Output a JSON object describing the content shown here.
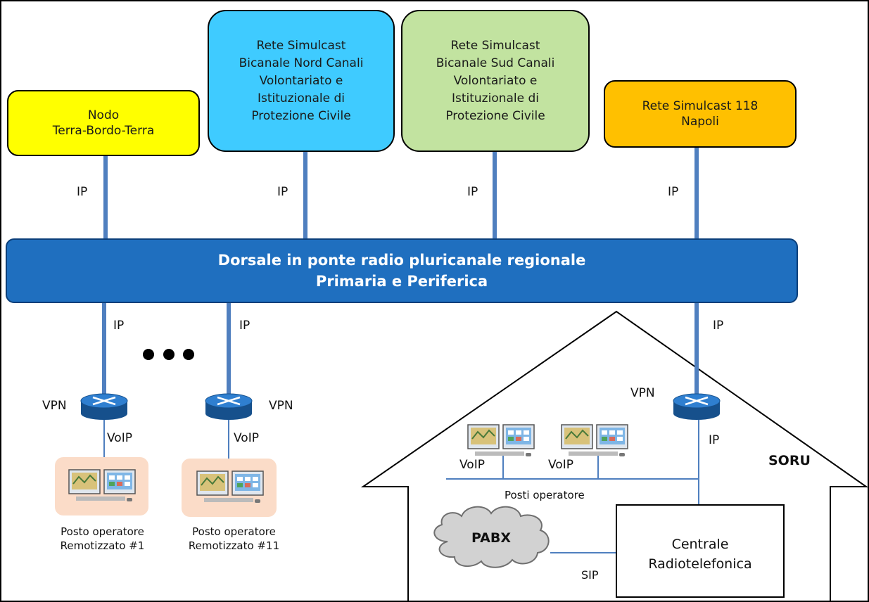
{
  "nodes": {
    "terra_bordo_terra": "Nodo\nTerra-Bordo-Terra",
    "simulcast_nord": "Rete Simulcast\nBicanale Nord Canali\nVolontariato e\nIstituzionale di\nProtezione Civile",
    "simulcast_sud": "Rete Simulcast\nBicanale Sud Canali\nVolontariato e\nIstituzionale di\nProtezione Civile",
    "simulcast_118": "Rete Simulcast 118\nNapoli"
  },
  "backbone": {
    "line1": "Dorsale in ponte radio  pluricanale regionale",
    "line2": "Primaria e Periferica"
  },
  "links": {
    "ip": "IP",
    "vpn": "VPN",
    "voip": "VoIP",
    "sip": "SIP"
  },
  "remote_ops": {
    "op1_line1": "Posto operatore",
    "op1_line2": "Remotizzato #1",
    "op11_line1": "Posto operatore",
    "op11_line2": "Remotizzato #11"
  },
  "soru": {
    "title": "SORU",
    "posti_operatore": "Posti operatore",
    "pabx": "PABX",
    "centrale_line1": "Centrale",
    "centrale_line2": "Radiotelefonica"
  },
  "colors": {
    "yellow": "#ffff00",
    "cyan": "#3fcbff",
    "green": "#c2e3a0",
    "orange": "#ffc000",
    "backbone": "#1f6fbf",
    "link": "#4f7fbf",
    "router": "#1d5fa0",
    "peach": "#fbdcc8"
  }
}
